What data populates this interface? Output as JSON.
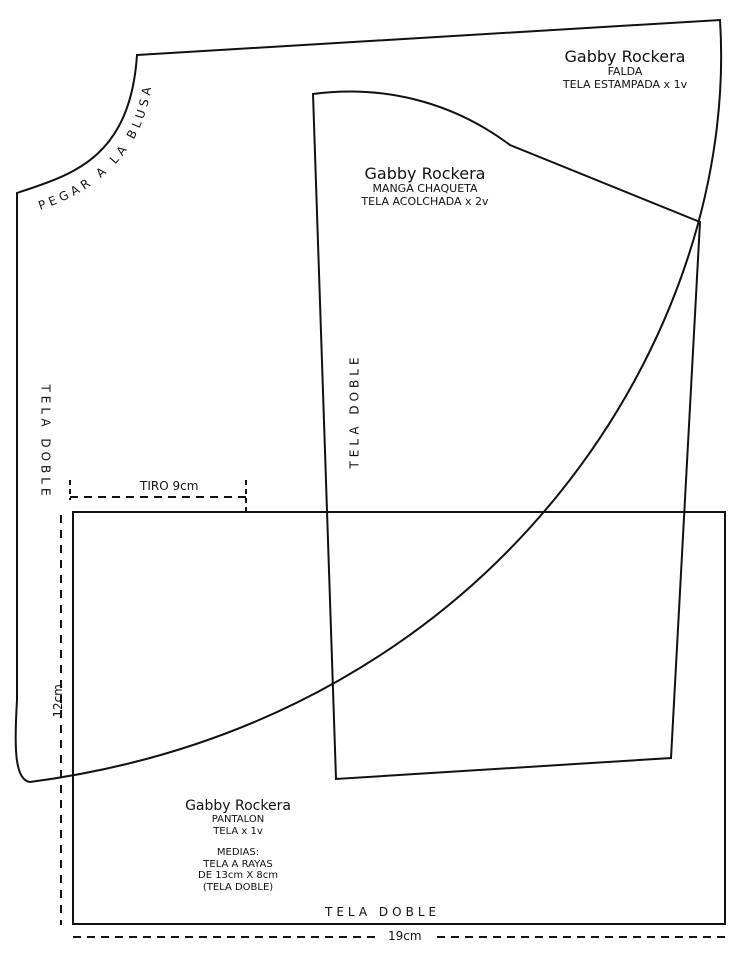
{
  "colors": {
    "line": "#111111",
    "background": "#ffffff"
  },
  "falda": {
    "title": "Gabby Rockera",
    "piece": "FALDA",
    "fabric": "TELA ESTAMPADA x 1v",
    "curve_label": "PEGAR A LA BLUSA",
    "side_label": "TELA DOBLE"
  },
  "manga": {
    "title": "Gabby Rockera",
    "piece": "MANGA CHAQUETA",
    "fabric": "TELA ACOLCHADA x 2v",
    "side_label": "TELA DOBLE"
  },
  "pantalon": {
    "title": "Gabby Rockera",
    "piece": "PANTALON",
    "fabric": "TELA x 1v",
    "medias_heading": "MEDIAS:",
    "medias_fabric": "TELA A RAYAS",
    "medias_size": "DE 13cm X 8cm",
    "medias_note": "(TELA DOBLE)",
    "bottom_label": "TELA DOBLE"
  },
  "dimensions": {
    "tiro": "TIRO 9cm",
    "height": "12cm",
    "width": "19cm"
  }
}
